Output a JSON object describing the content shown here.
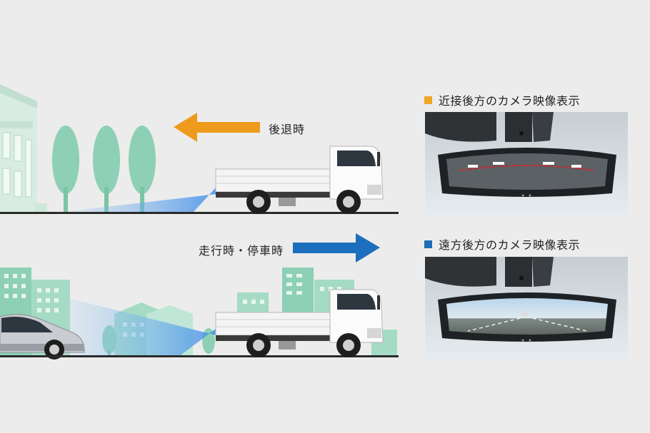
{
  "scenes": {
    "reverse": {
      "label": "後退時",
      "arrow_color": "#ee9a1c"
    },
    "driving": {
      "label": "走行時・停車時",
      "arrow_color": "#1b6fbc"
    }
  },
  "panels": {
    "near": {
      "caption": "近接後方のカメラ映像表示",
      "marker_color": "#f0a623"
    },
    "far": {
      "caption": "遠方後方のカメラ映像表示",
      "marker_color": "#1f6fb8"
    }
  },
  "colors": {
    "tree": "#8dd0b5",
    "building": "#8dd0b5",
    "camera_beam": "#5a9ee8",
    "ground": "#2a2a2a"
  },
  "icons": {
    "truck": "truck-icon",
    "car": "car-icon",
    "tree": "tree-icon",
    "building": "building-icon",
    "mirror": "rearview-mirror-icon"
  }
}
